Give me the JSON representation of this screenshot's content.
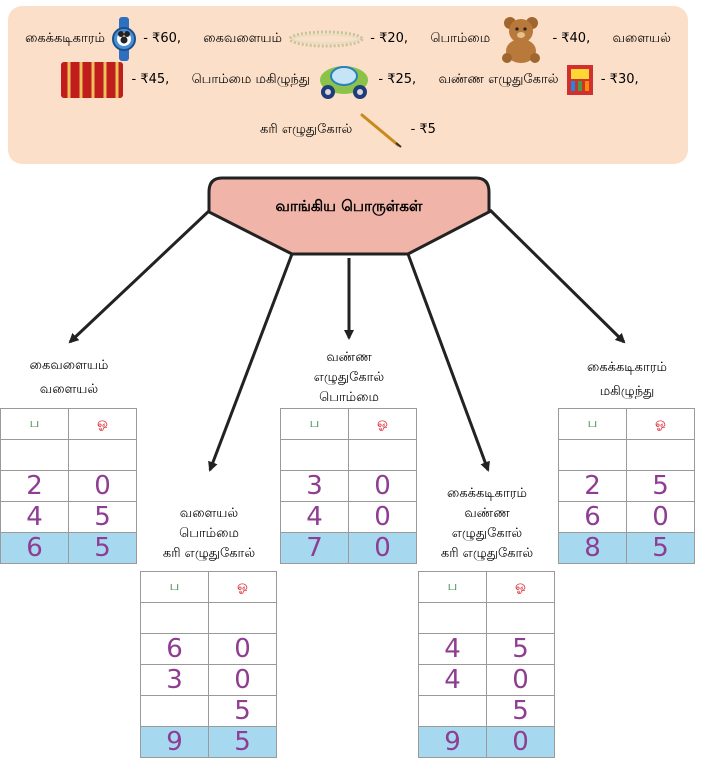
{
  "prices": {
    "watch_name": "கைக்கடிகாரம்",
    "watch_price": "- ₹60,",
    "chain_name": "கைவளையம்",
    "chain_price": "- ₹20,",
    "doll_name": "பொம்மை",
    "doll_price": "- ₹40,",
    "bangles_name": "வளையல்",
    "bangles_price": "- ₹45,",
    "car_name": "பொம்மை மகிழுந்து",
    "car_price": "- ₹25,",
    "crayon_name": "வண்ண எழுதுகோல்",
    "crayon_price": "- ₹30,",
    "pencil_name": "கரி எழுதுகோல்",
    "pencil_price": "- ₹5"
  },
  "hub_title": "வாங்கிய பொருள்கள்",
  "col_labels": {
    "rupees": "ப",
    "paise": "ஓ"
  },
  "groups": [
    {
      "items": [
        "கைவளையம்",
        "வளையல்"
      ],
      "rows": [
        [
          "2",
          "0"
        ],
        [
          "4",
          "5"
        ]
      ],
      "total": [
        "6",
        "5"
      ]
    },
    {
      "items": [
        "வளையல்",
        "பொம்மை",
        "கரி எழுதுகோல்"
      ],
      "rows": [
        [
          "6",
          "0"
        ],
        [
          "3",
          "0"
        ],
        [
          "",
          "5"
        ]
      ],
      "total": [
        "9",
        "5"
      ]
    },
    {
      "items": [
        "வண்ண",
        "எழுதுகோல்",
        "பொம்மை"
      ],
      "rows": [
        [
          "3",
          "0"
        ],
        [
          "4",
          "0"
        ]
      ],
      "total": [
        "7",
        "0"
      ]
    },
    {
      "items": [
        "கைக்கடிகாரம்",
        "வண்ண",
        "எழுதுகோல்",
        "கரி எழுதுகோல்"
      ],
      "rows": [
        [
          "4",
          "5"
        ],
        [
          "4",
          "0"
        ],
        [
          "",
          "5"
        ]
      ],
      "total": [
        "9",
        "0"
      ]
    },
    {
      "items": [
        "கைக்கடிகாரம்",
        "மகிழுந்து"
      ],
      "rows": [
        [
          "2",
          "5"
        ],
        [
          "6",
          "0"
        ]
      ],
      "total": [
        "8",
        "5"
      ]
    }
  ]
}
